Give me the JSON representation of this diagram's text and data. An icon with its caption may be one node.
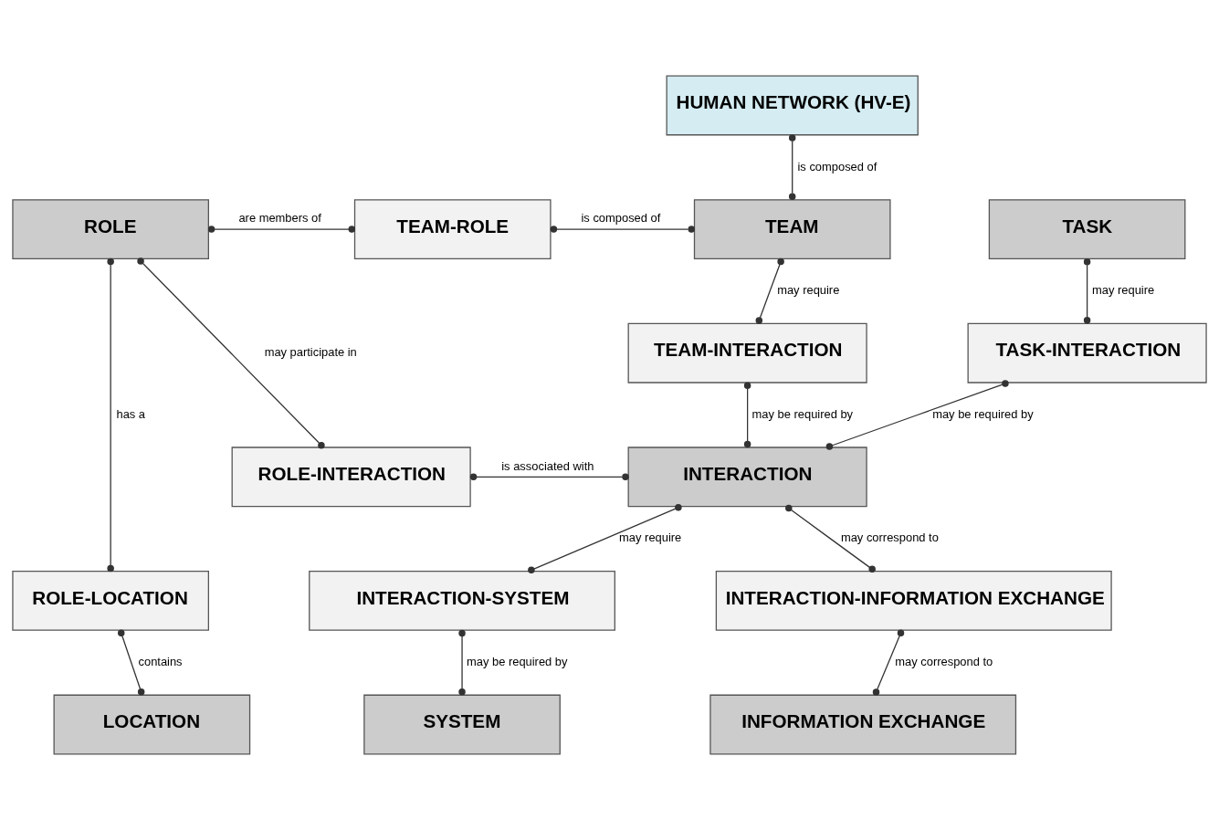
{
  "diagram": {
    "nodes": [
      {
        "text": [
          "HUMAN NETWORK (HV-E)"
        ]
      },
      {
        "text": [
          "ROLE"
        ]
      },
      {
        "text": [
          "TEAM-ROLE"
        ]
      },
      {
        "text": [
          "TEAM"
        ]
      },
      {
        "text": [
          "TASK"
        ]
      },
      {
        "text": [
          "TEAM-INTERACTION"
        ]
      },
      {
        "text": [
          "TASK-INTERACTION"
        ]
      },
      {
        "text": [
          "ROLE-INTERACTION"
        ]
      },
      {
        "text": [
          "INTERACTION"
        ]
      },
      {
        "text": [
          "ROLE-LOCATION"
        ]
      },
      {
        "text": [
          "INTERACTION-SYSTEM"
        ]
      },
      {
        "text": [
          "INTERACTION-INFORMATION EXCHANGE"
        ]
      },
      {
        "text": [
          "LOCATION"
        ]
      },
      {
        "text": [
          "SYSTEM"
        ]
      },
      {
        "text": [
          "INFORMATION EXCHANGE"
        ]
      }
    ],
    "edges": [
      {
        "from": 0,
        "to": 3,
        "arrow": "other",
        "label": "is composed of"
      },
      {
        "from": 1,
        "to": 2,
        "arrow": "other",
        "label": "are members of"
      },
      {
        "from": 2,
        "to": 3,
        "arrow": "other",
        "label": "is composed of"
      },
      {
        "from": 3,
        "to": 5,
        "arrow": "other",
        "label": "may require"
      },
      {
        "from": 4,
        "to": 6,
        "arrow": "other",
        "label": "may require"
      },
      {
        "from": 1,
        "to": 7,
        "arrow": "other",
        "label": "may participate in"
      },
      {
        "from": 7,
        "to": 8,
        "arrow": "other",
        "label": "is associated with"
      },
      {
        "from": 5,
        "to": 8,
        "arrow": "other",
        "label": "may be required by"
      },
      {
        "from": 6,
        "to": 8,
        "arrow": "other",
        "label": "may be required by"
      },
      {
        "from": 1,
        "to": 9,
        "arrow": "other",
        "label": "has a"
      },
      {
        "from": 8,
        "to": 10,
        "arrow": "other",
        "label": "may require"
      },
      {
        "from": 8,
        "to": 11,
        "arrow": "other",
        "label": "may correspond to"
      },
      {
        "from": 9,
        "to": 12,
        "arrow": "other",
        "label": "contains"
      },
      {
        "from": 10,
        "to": 13,
        "arrow": "other",
        "label": "may be required by"
      },
      {
        "from": 11,
        "to": 14,
        "arrow": "other",
        "label": "may correspond to"
      }
    ]
  }
}
